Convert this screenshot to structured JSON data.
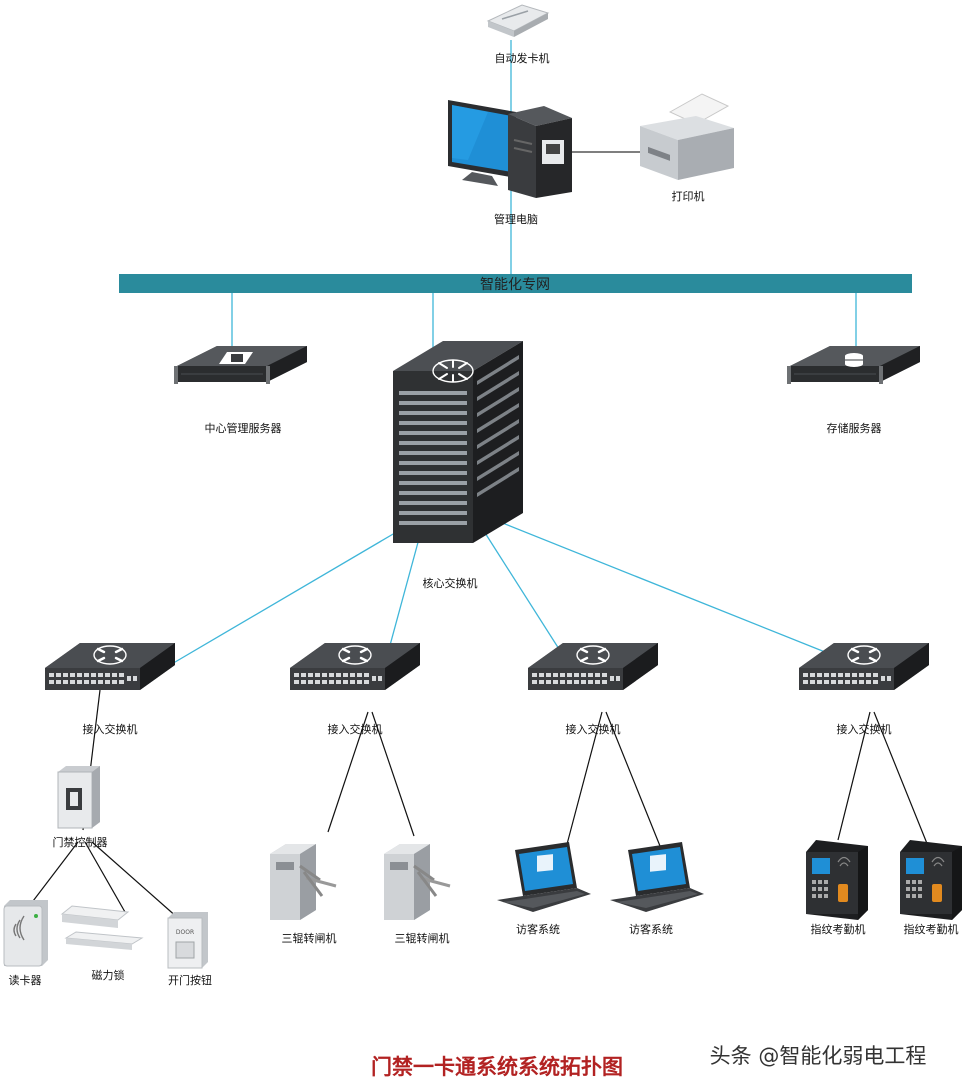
{
  "network_label": "智能化专网",
  "nodes": {
    "card_issuer": "自动发卡机",
    "admin_pc": "管理电脑",
    "printer": "打印机",
    "central_server": "中心管理服务器",
    "storage_server": "存储服务器",
    "core_switch": "核心交换机",
    "access_switch_1": "接入交换机",
    "access_switch_2": "接入交换机",
    "access_switch_3": "接入交换机",
    "access_switch_4": "接入交换机",
    "door_controller": "门禁控制器",
    "card_reader": "读卡器",
    "magnetic_lock": "磁力锁",
    "door_button": "开门按钮",
    "turnstile_1": "三辊转闸机",
    "turnstile_2": "三辊转闸机",
    "visitor_1": "访客系统",
    "visitor_2": "访客系统",
    "fingerprint_1": "指纹考勤机",
    "fingerprint_2": "指纹考勤机"
  },
  "door_button_text": "DOOR",
  "title": "门禁一卡通系统系统拓扑图",
  "watermark": "头条 @智能化弱电工程",
  "colors": {
    "network_bar": "#2a8b9c",
    "link_line": "#3fb6d9",
    "device_line": "#111111",
    "title": "#b22222",
    "switch_dark": "#2f3133",
    "screen": "#1f8fd6"
  }
}
